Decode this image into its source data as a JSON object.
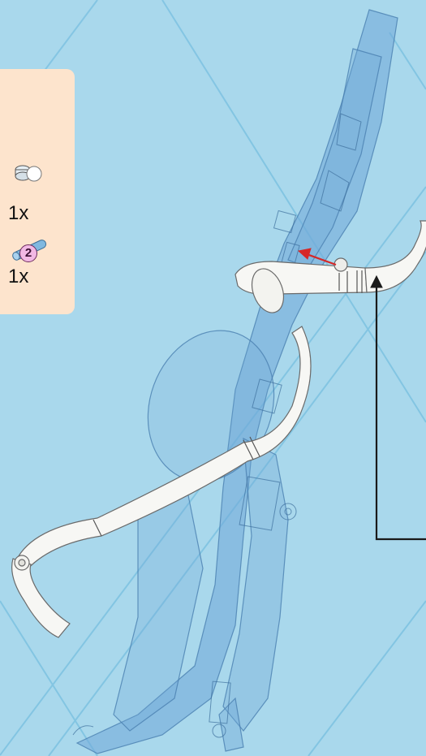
{
  "parts": [
    {
      "icon": "ball-joint-part-icon",
      "quantity": "1x",
      "badge": ""
    },
    {
      "icon": "axle-pin-part-icon",
      "quantity": "1x",
      "badge": "2"
    }
  ],
  "colors": {
    "background": "#a9d8ec",
    "panel": "#fde4cd",
    "model": "#6fa8d8",
    "tube": "#f7f7f4",
    "arrow_red": "#d62828",
    "callout": "#1a1a1a"
  }
}
